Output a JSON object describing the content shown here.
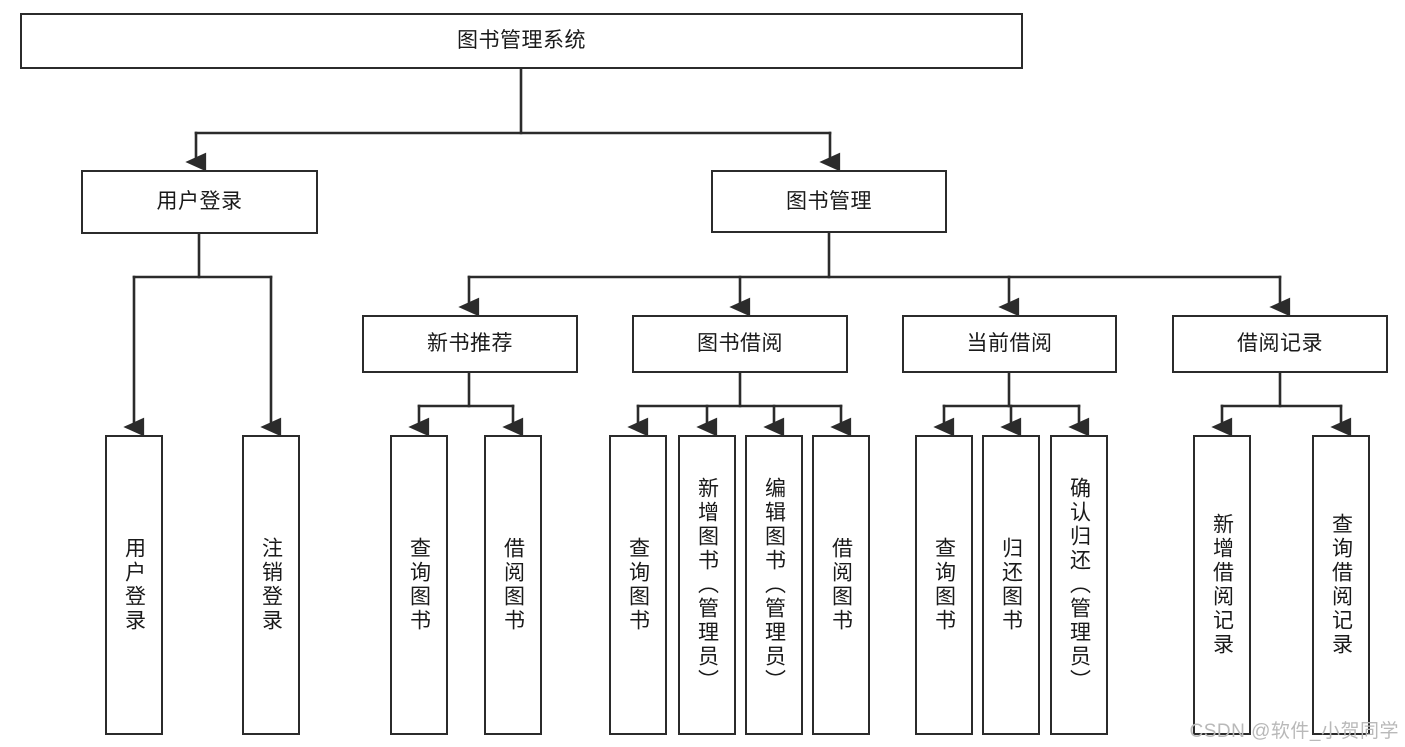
{
  "diagram": {
    "title": "图书管理系统",
    "type": "hierarchy-tree",
    "orientation": "top-down",
    "colors": {
      "box_border": "#2b2b2b",
      "box_fill": "#ffffff",
      "line": "#2b2b2b",
      "text": "#1a1a1a",
      "watermark": "#b9b9b9"
    }
  },
  "root": {
    "label": "图书管理系统"
  },
  "level2": [
    {
      "label": "用户登录"
    },
    {
      "label": "图书管理"
    }
  ],
  "level3": [
    {
      "label": "新书推荐"
    },
    {
      "label": "图书借阅"
    },
    {
      "label": "当前借阅"
    },
    {
      "label": "借阅记录"
    }
  ],
  "leaves": {
    "user_login": [
      {
        "label": "用户登录"
      },
      {
        "label": "注销登录"
      }
    ],
    "new_book_recommend": [
      {
        "label": "查询图书"
      },
      {
        "label": "借阅图书"
      }
    ],
    "book_borrow": [
      {
        "label": "查询图书"
      },
      {
        "label": "新增图书（管理员）"
      },
      {
        "label": "编辑图书（管理员）"
      },
      {
        "label": "借阅图书"
      }
    ],
    "current_borrow": [
      {
        "label": "查询图书"
      },
      {
        "label": "归还图书"
      },
      {
        "label": "确认归还（管理员）"
      }
    ],
    "borrow_record": [
      {
        "label": "新增借阅记录"
      },
      {
        "label": "查询借阅记录"
      }
    ]
  },
  "watermark": {
    "text": "CSDN @软件_小贺同学"
  }
}
